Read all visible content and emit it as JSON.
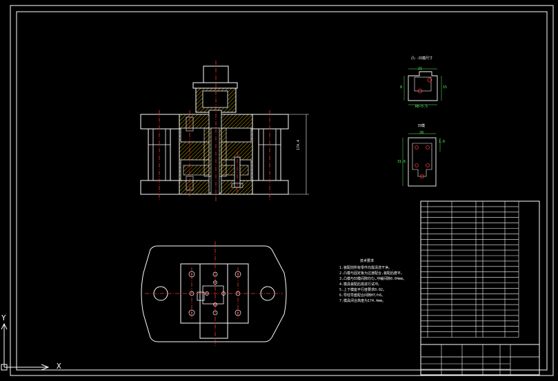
{
  "colors": {
    "background": "#000000",
    "outline": "#ffffff",
    "centerline": "#ff3030",
    "hatch": "#ffd400",
    "dimension": "#5cff5c"
  },
  "drawing": {
    "overall_height_dim": "174.4",
    "punch_view_label": "凸--凹模尺寸",
    "die_view_label": "凹模",
    "dims": {
      "punch_width": "21",
      "punch_side": "8",
      "punch_height": "15",
      "punch_bottom": "R6~5.5",
      "die_width": "28",
      "die_right": "1.6",
      "die_height": "31.6"
    },
    "tech_req_title": "技术要求",
    "tech_req_lines": [
      "1.装配前所有零件均需清洗干净。",
      "2.凸模与固定板为过渡配合,装配后磨平。",
      "3.凸模与凹模间隙均匀,冲裁间隙0.04mm。",
      "4.模具装配后需进行试冲。",
      "5.上下模座平行度要求0.02。",
      "6.导柱导套配合间隙H7/h6。",
      "7.模具闭合高度为174.4mm。"
    ]
  },
  "ucs": {
    "x_label": "X",
    "y_label": "Y"
  }
}
